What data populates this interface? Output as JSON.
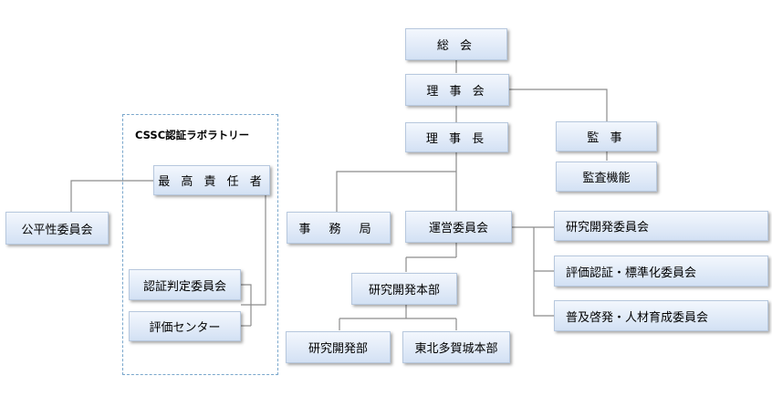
{
  "group_label": "CSSC認証ラボラトリー",
  "nodes": {
    "soukai": "総 会",
    "rijikai": "理 事 会",
    "rijicho": "理 事 長",
    "kanji": "監 事",
    "kansa_kinou": "監査機能",
    "jimukyoku": "事 務 局",
    "unei": "運営委員会",
    "kenkyu_iinkai": "研究開発委員会",
    "hyoka_iinkai": "評価認証・標準化委員会",
    "fukyu_iinkai": "普及啓発・人材育成委員会",
    "kenkyu_honbu": "研究開発本部",
    "kenkyu_bu": "研究開発部",
    "tohoku": "東北多賀城本部",
    "saiko": "最 高 責 任 者",
    "kohei": "公平性委員会",
    "nintei": "認証判定委員会",
    "hyoka_center": "評価センター"
  }
}
